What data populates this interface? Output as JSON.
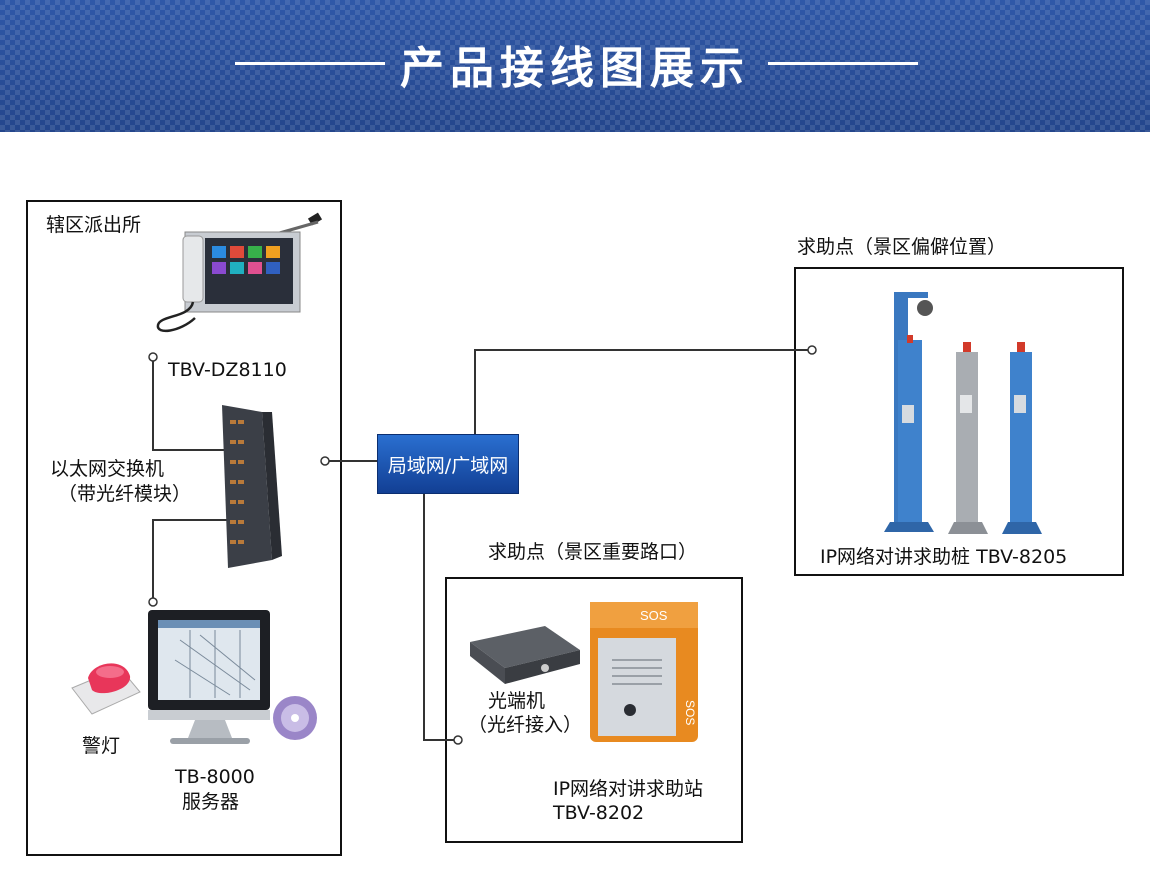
{
  "banner": {
    "title": "产品接线图展示"
  },
  "station": {
    "title": "辖区派出所",
    "console_model": "TBV-DZ8110",
    "switch_label_1": "以太网交换机",
    "switch_label_2": "（带光纤模块）",
    "alarm_label": "警灯",
    "server_label_1": "TB-8000",
    "server_label_2": "服务器"
  },
  "network": {
    "label": "局域网/广域网"
  },
  "remote_point": {
    "title": "求助点（景区偏僻位置）",
    "model": "IP网络对讲求助桩  TBV-8205"
  },
  "road_point": {
    "title": "求助点（景区重要路口）",
    "converter_label_1": "光端机",
    "converter_label_2": "（光纤接入）",
    "station_label_1": "IP网络对讲求助站",
    "station_label_2": "TBV-8202",
    "sos_header": "SOS",
    "sos_side": "SOS"
  },
  "colors": {
    "banner": "#2a4f9a",
    "network_box": "#1a57b8",
    "pole_blue": "#3a78c0",
    "sos_orange": "#e88a20"
  }
}
